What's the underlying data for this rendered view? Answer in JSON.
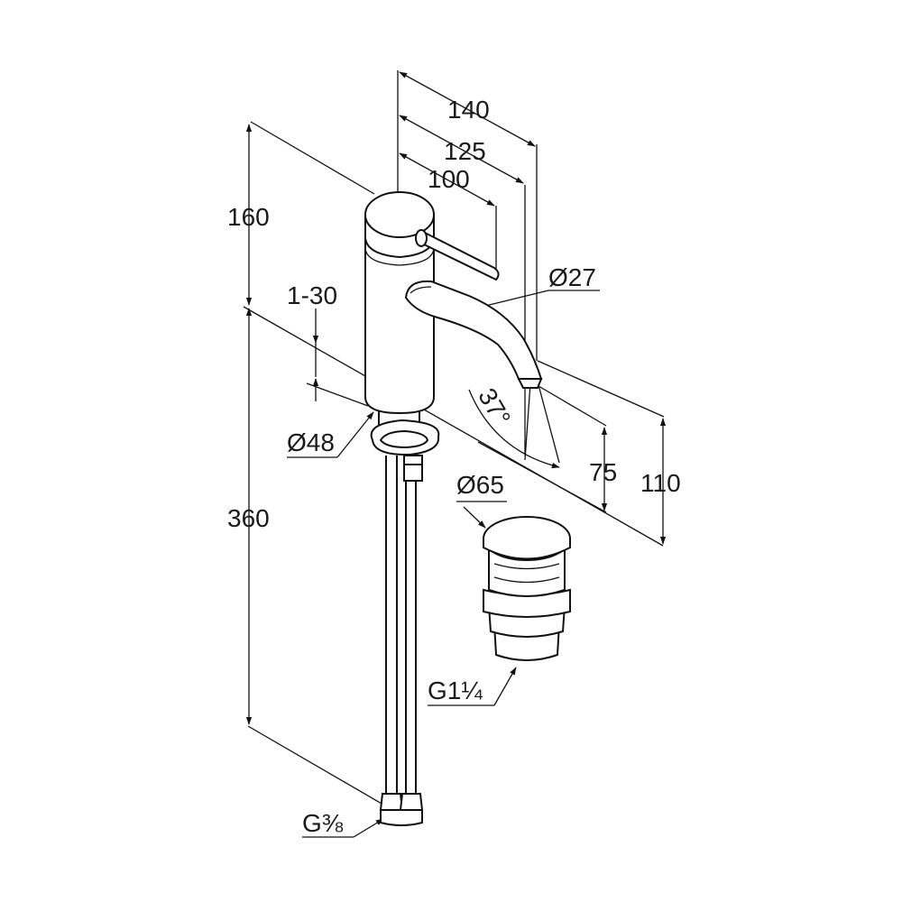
{
  "dimensions": {
    "width_140": "140",
    "width_125": "125",
    "width_100": "100",
    "height_160": "160",
    "range_1_30": "1-30",
    "diameter_27": "Ø27",
    "angle_37": "37°",
    "diameter_48": "Ø48",
    "height_360": "360",
    "diameter_65": "Ø65",
    "height_75": "75",
    "height_110": "110",
    "thread_g114": "G1¼",
    "thread_g38": "G⅜"
  }
}
